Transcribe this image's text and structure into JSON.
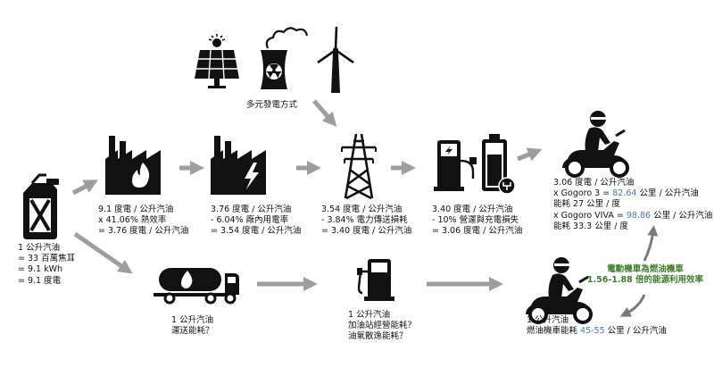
{
  "colors": {
    "icon": "#111111",
    "arrow": "#9e9e9e",
    "highlight_blue": "#4a78b5",
    "highlight_green": "#3f7d2a"
  },
  "sources": {
    "label": "多元發電方式",
    "icons": [
      "solar-panel-icon",
      "nuclear-plant-icon",
      "wind-turbine-icon"
    ]
  },
  "gasoline": {
    "icon": "fuel-jerrycan-icon",
    "lines": [
      "1 公升汽油",
      "= 33 百萬焦耳",
      "= 9.1 kWh",
      "= 9.1 度電"
    ]
  },
  "thermal_plant": {
    "icon": "thermal-power-plant-icon",
    "lines": [
      "9.1 度電 / 公升汽油",
      "x 41.06% 熱效率",
      "= 3.76 度電 / 公升汽油"
    ]
  },
  "plant_output": {
    "icon": "electric-power-plant-icon",
    "lines": [
      "3.76 度電 / 公升汽油",
      "- 6.04% 廠內用電率",
      "= 3.54 度電 / 公升汽油"
    ]
  },
  "transmission": {
    "icon": "transmission-tower-icon",
    "lines": [
      "3.54 度電 / 公升汽油",
      "- 3.84% 電力傳送損耗",
      "= 3.40 度電 / 公升汽油"
    ]
  },
  "charging": {
    "icons": [
      "charging-station-icon",
      "battery-charging-icon"
    ],
    "lines": [
      "3.40 度電 / 公升汽油",
      "- 10% 營運與充電損失",
      "= 3.06 度電 / 公升汽油"
    ]
  },
  "electric_scooter": {
    "icon": "electric-scooter-rider-icon",
    "line1": "3.06 度電 / 公升汽油",
    "gogoro3_prefix": "x Gogoro 3 = ",
    "gogoro3_value": "82.64",
    "gogoro3_suffix": " 公里 / 公升汽油",
    "gogoro3_consumption": "能耗 27 公里 / 度",
    "viva_prefix": "x Gogoro VIVA = ",
    "viva_value": "98.86",
    "viva_suffix": " 公里 / 公升汽油",
    "viva_consumption": "能耗 33.3 公里 / 度"
  },
  "comparison": {
    "line1": "電動機車為燃油機車",
    "line2": "1.56-1.88 倍的能源利用效率"
  },
  "tanker": {
    "icon": "fuel-tanker-truck-icon",
    "lines": [
      "1 公升汽油",
      "運送能耗？"
    ]
  },
  "gas_station": {
    "icon": "gas-pump-icon",
    "lines": [
      "1 公升汽油",
      "加油站經營能耗？",
      "油氣散逸能耗？"
    ]
  },
  "gas_scooter": {
    "icon": "gasoline-scooter-rider-icon",
    "line1": "1 公升汽油",
    "prefix": "燃油機車能耗 ",
    "value": "45-55",
    "suffix": " 公里 / 公升汽油"
  }
}
